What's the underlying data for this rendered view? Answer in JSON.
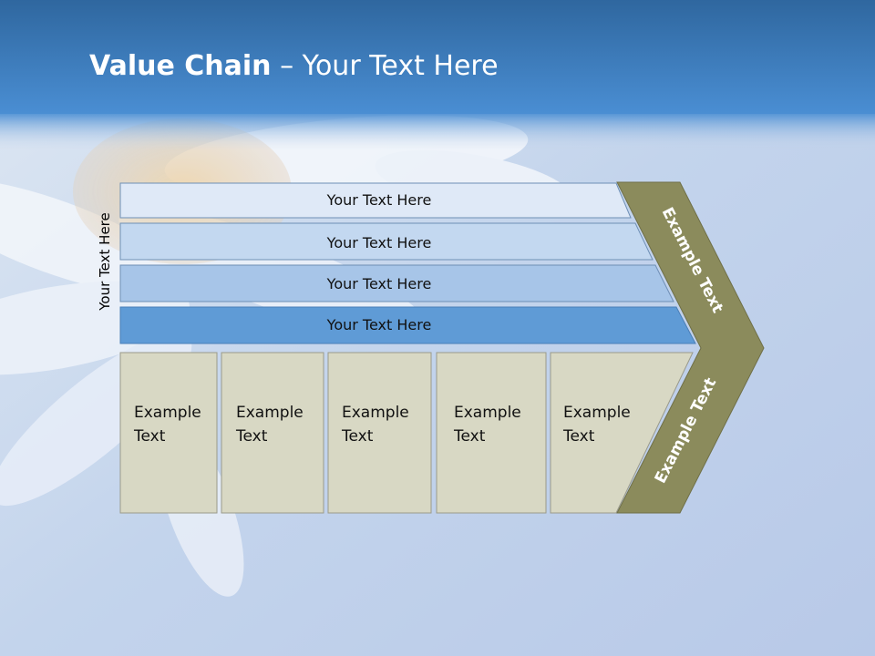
{
  "slide": {
    "title_bold": "Value Chain",
    "title_separator": "–",
    "title_rest": "Your Text Here",
    "side_label": "Your Text Here"
  },
  "support_rows": [
    {
      "label": "Your Text Here",
      "fill": "#dfe9f7"
    },
    {
      "label": "Your Text Here",
      "fill": "#c3d8f0"
    },
    {
      "label": "Your Text Here",
      "fill": "#a7c5e8"
    },
    {
      "label": "Your Text Here",
      "fill": "#5f9bd6"
    }
  ],
  "primary_boxes": [
    {
      "line1": "Example",
      "line2": "Text"
    },
    {
      "line1": "Example",
      "line2": "Text"
    },
    {
      "line1": "Example",
      "line2": "Text"
    },
    {
      "line1": "Example",
      "line2": "Text"
    },
    {
      "line1": "Example",
      "line2": "Text"
    }
  ],
  "chevron": {
    "upper_label": "Example Text",
    "lower_label": "Example Text",
    "fill": "#8b8b5c"
  },
  "colors": {
    "header_top": "#2e6aa8",
    "header_bottom": "#4f8fd0",
    "box_fill": "#d8d8c4",
    "box_border": "#9a9a8a"
  }
}
